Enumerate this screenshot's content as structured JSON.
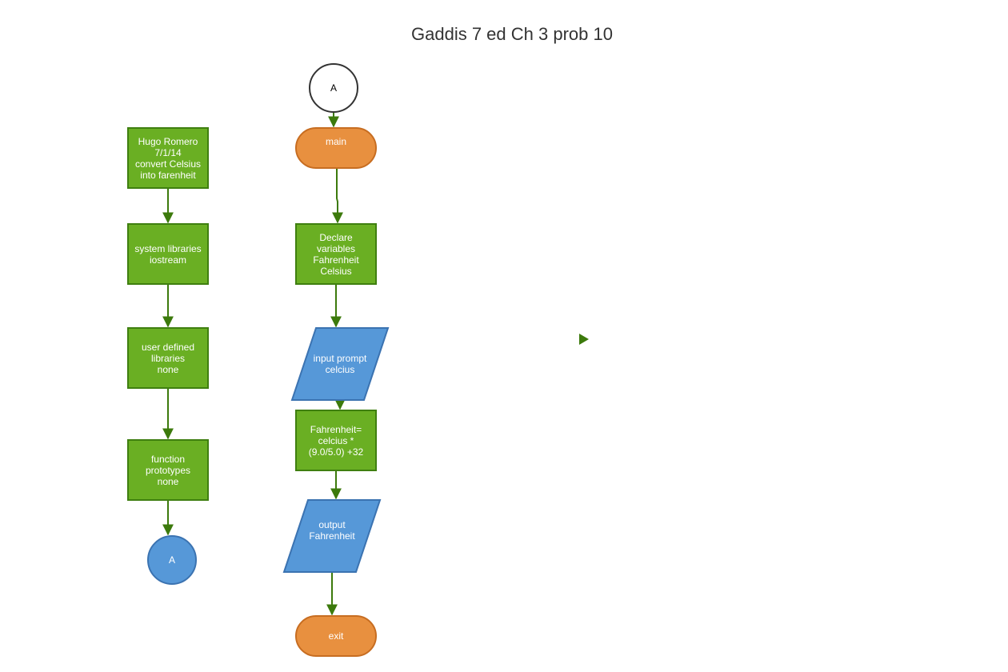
{
  "title": "Gaddis 7 ed Ch 3 prob 10",
  "colors": {
    "process_fill": "#6aaf23",
    "process_stroke": "#3f7f10",
    "terminal_fill": "#e8903f",
    "terminal_stroke": "#c76d21",
    "io_fill": "#5698d8",
    "io_stroke": "#3b73b1",
    "connector_fill": "#5698d8",
    "connector_stroke": "#3b73b1",
    "connector_plain_fill": "#ffffff",
    "connector_plain_stroke": "#333333",
    "edge": "#3c7a0c"
  },
  "nodes": {
    "header_block": "Hugo Romero\n7/1/14\nconvert Celsius\ninto farenheit",
    "system_libraries": "system libraries\niostream",
    "user_libraries": "user defined\nlibraries\nnone",
    "function_prototypes": "function\nprototypes\nnone",
    "connector_out": "A",
    "connector_in": "A",
    "main_start": "main",
    "declare_variables": "Declare\nvariables\nFahrenheit\nCelsius",
    "input_prompt": "input prompt\ncelcius",
    "compute": "Fahrenheit=\ncelcius *\n(9.0/5.0) +32",
    "output": "output\nFahrenheit",
    "exit": "exit"
  }
}
